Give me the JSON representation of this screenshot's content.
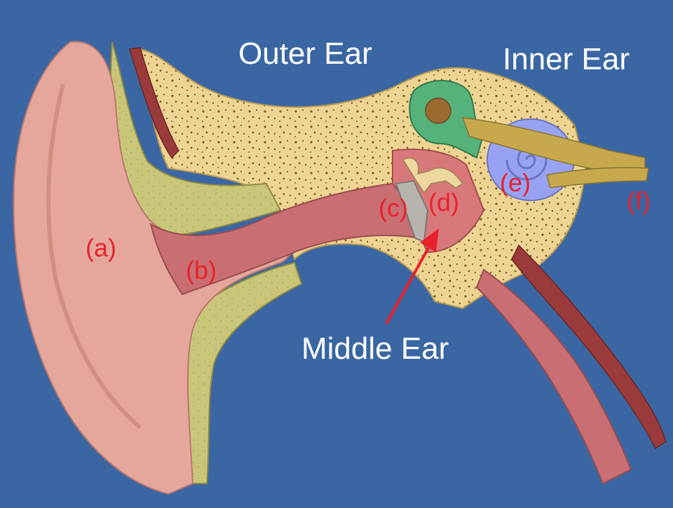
{
  "titles": {
    "outer": "Outer Ear",
    "inner": "Inner Ear",
    "middle": "Middle Ear"
  },
  "labels": {
    "a": "(a)",
    "b": "(b)",
    "c": "(c)",
    "d": "(d)",
    "e": "(e)",
    "f": "(f)"
  },
  "colors": {
    "background": "#3a67a3",
    "title_text": "#ffffff",
    "label_text": "#e8222c",
    "arrow": "#e8222c",
    "skin": "#e5a79c",
    "bone": "#eed492",
    "cartilage": "#c9c67a",
    "canal": "#c96e72",
    "cochlea": "#97a3f2",
    "semicircular_canals": "#55b27a",
    "nerve": "#c7a84d",
    "muscle": "#9b3a3a"
  }
}
